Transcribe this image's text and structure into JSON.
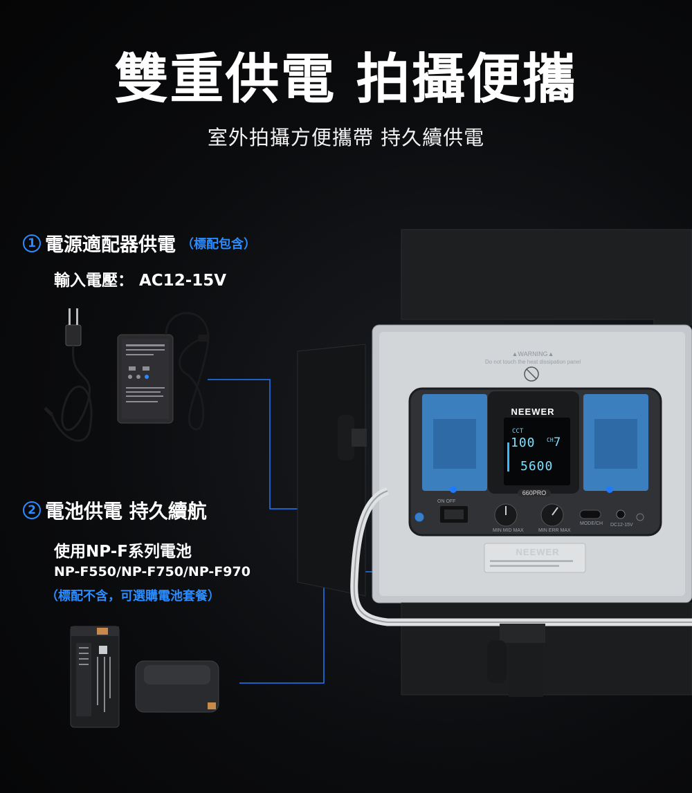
{
  "header": {
    "title": "雙重供電 拍攝便攜",
    "subtitle": "室外拍攝方便攜帶 持久續供電"
  },
  "section1": {
    "number": "1",
    "heading": "電源適配器供電",
    "note": "（標配包含）",
    "detail": "輸入電壓： AC12-15V"
  },
  "section2": {
    "number": "2",
    "heading": "電池供電 持久續航",
    "line1": "使用NP-F系列電池",
    "line2": "NP-F550/NP-F750/NP-F970",
    "line3": "（標配不含，可選購電池套餐）"
  },
  "device": {
    "brand": "NEEWER",
    "warning_title": "▲WARNING▲",
    "warning_text": "Do not touch the heat dissipation panel",
    "lcd_mode": "CCT",
    "lcd_brightness": "100",
    "lcd_channel_label": "CH.",
    "lcd_channel": "7",
    "lcd_temperature": "5600",
    "model": "660PRO",
    "switch_label": "ON   OFF",
    "knob1_labels": "MIN   MID   MAX",
    "knob2_labels": "MIN   ERR   MAX",
    "port_label": "MODE/CH",
    "dc_label": "DC12-15V",
    "back_brand": "NEEWER"
  },
  "colors": {
    "accent": "#2a8cff",
    "background": "#050506",
    "panel": "#c9cdd1"
  }
}
